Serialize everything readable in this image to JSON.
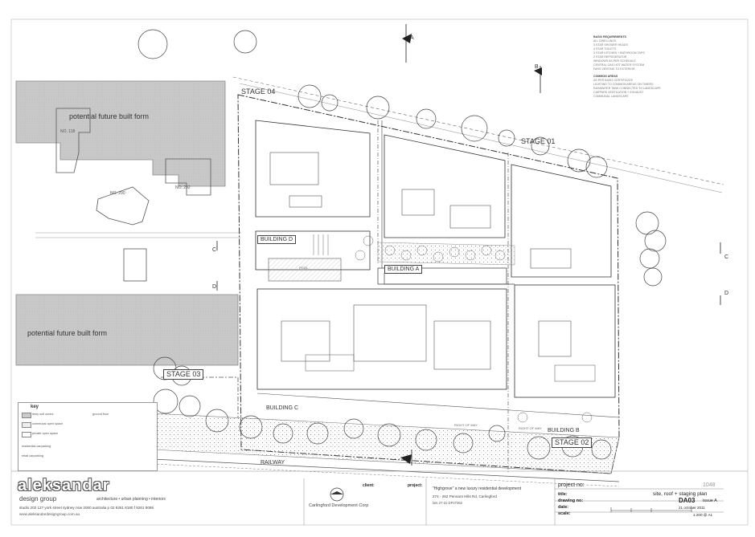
{
  "labels": {
    "stage_04": "STAGE 04",
    "stage_01": "STAGE 01",
    "stage_03": "STAGE 03",
    "stage_02": "STAGE 02",
    "building_a": "BUILDING A",
    "building_b": "BUILDING B",
    "building_c": "BUILDING C",
    "building_d": "BUILDING D",
    "future_1": "potential future built form",
    "future_2": "potential future built form",
    "no_118": "NO. 118",
    "no_290": "NO. 290",
    "no_292": "NO. 292",
    "pool": "POOL",
    "railway": "RAILWAY",
    "right_of_way_1": "RIGHT OF WAY",
    "right_of_way_2": "RIGHT OF WAY"
  },
  "section_markers": [
    "A",
    "B",
    "C",
    "D",
    "C",
    "D"
  ],
  "key": {
    "title": "key",
    "items": [
      "deep soil zones",
      "communal open space",
      "private open space",
      "ground floor",
      "residential carparking",
      "retail carparking"
    ]
  },
  "firm": {
    "name": "aleksandar",
    "subtitle": "design group",
    "tagline": "architecture • urban planning • interiors",
    "address": "studio 202 127 york street sydney nsw 2000 australia p 02 9261 8180 f 9261 8086",
    "email": "www.aleksandardesigngroup.com.au"
  },
  "title_block": {
    "client_label": "client:",
    "client": "Carlingford Development Corp",
    "project_label": "project:",
    "project": "\"Highgrove\" a new luxury residential development",
    "address": "274 - 282 Pennant Hills Rd, Carlingford",
    "lots": "lots 27-31 DP27362",
    "project_no_label": "project no:",
    "project_no": "1048",
    "title_label": "title:",
    "title": "site, roof + staging plan",
    "drawing_no_label": "drawing no:",
    "drawing_no": "DA03",
    "issue": "issue A",
    "date_label": "date:",
    "date": "21 october 2011",
    "scale_label": "scale:",
    "scale": "1:200 @ A1"
  },
  "notes": {
    "heading": "BASIX REQUIREMENTS",
    "lines": [
      "ALL DWELLINGS",
      "3 STAR SHOWER HEADS",
      "4 STAR TOILETS",
      "3 STAR KITCHEN + BATHROOM TAPS",
      "2 STAR REFRIGERATOR",
      "WINDOWS AS PER SCHEDULE",
      "CENTRAL GAS HOT WATER SYSTEM",
      "FANS VENTING TO EXTERIOR"
    ],
    "heading2": "COMMON AREAS",
    "lines2": [
      "AS PER BASIX CERTIFICATE",
      "LIGHTING TO COMMON AREAS ON TIMERS",
      "RAINWATER TANK CONNECTED TO LANDSCAPE",
      "CARPARK VENTILATION + EXHAUST",
      "COMMUNAL LANDSCAPE"
    ]
  }
}
